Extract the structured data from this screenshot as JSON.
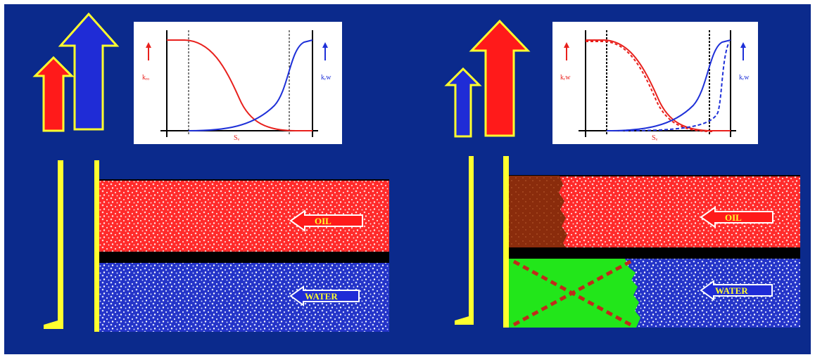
{
  "colors": {
    "background": "#0b2a8c",
    "oil_red": "#ff1a1a",
    "water_blue": "#1f2cd6",
    "pipe_yellow": "#ffff2e",
    "gel_brown": "#8b2a0a",
    "gel_green": "#22e61a",
    "barrier_black": "#000000",
    "curve_krw_red": "#e8201c",
    "curve_krw_blue": "#1e30d8"
  },
  "left_panel": {
    "chart_labels": {
      "kro": "kᵣₒ",
      "krw": "kᵣw",
      "sw": "Sᵥ"
    },
    "oil_label": "OIL",
    "water_label": "WATER",
    "oil_arrow_scale": "small",
    "water_arrow_scale": "large"
  },
  "right_panel": {
    "chart_labels": {
      "kro": "kᵣw",
      "krw": "kᵣw",
      "sw": "Sᵥ"
    },
    "oil_label": "OIL",
    "water_label": "WATER",
    "oil_arrow_scale": "large",
    "water_arrow_scale": "small"
  }
}
